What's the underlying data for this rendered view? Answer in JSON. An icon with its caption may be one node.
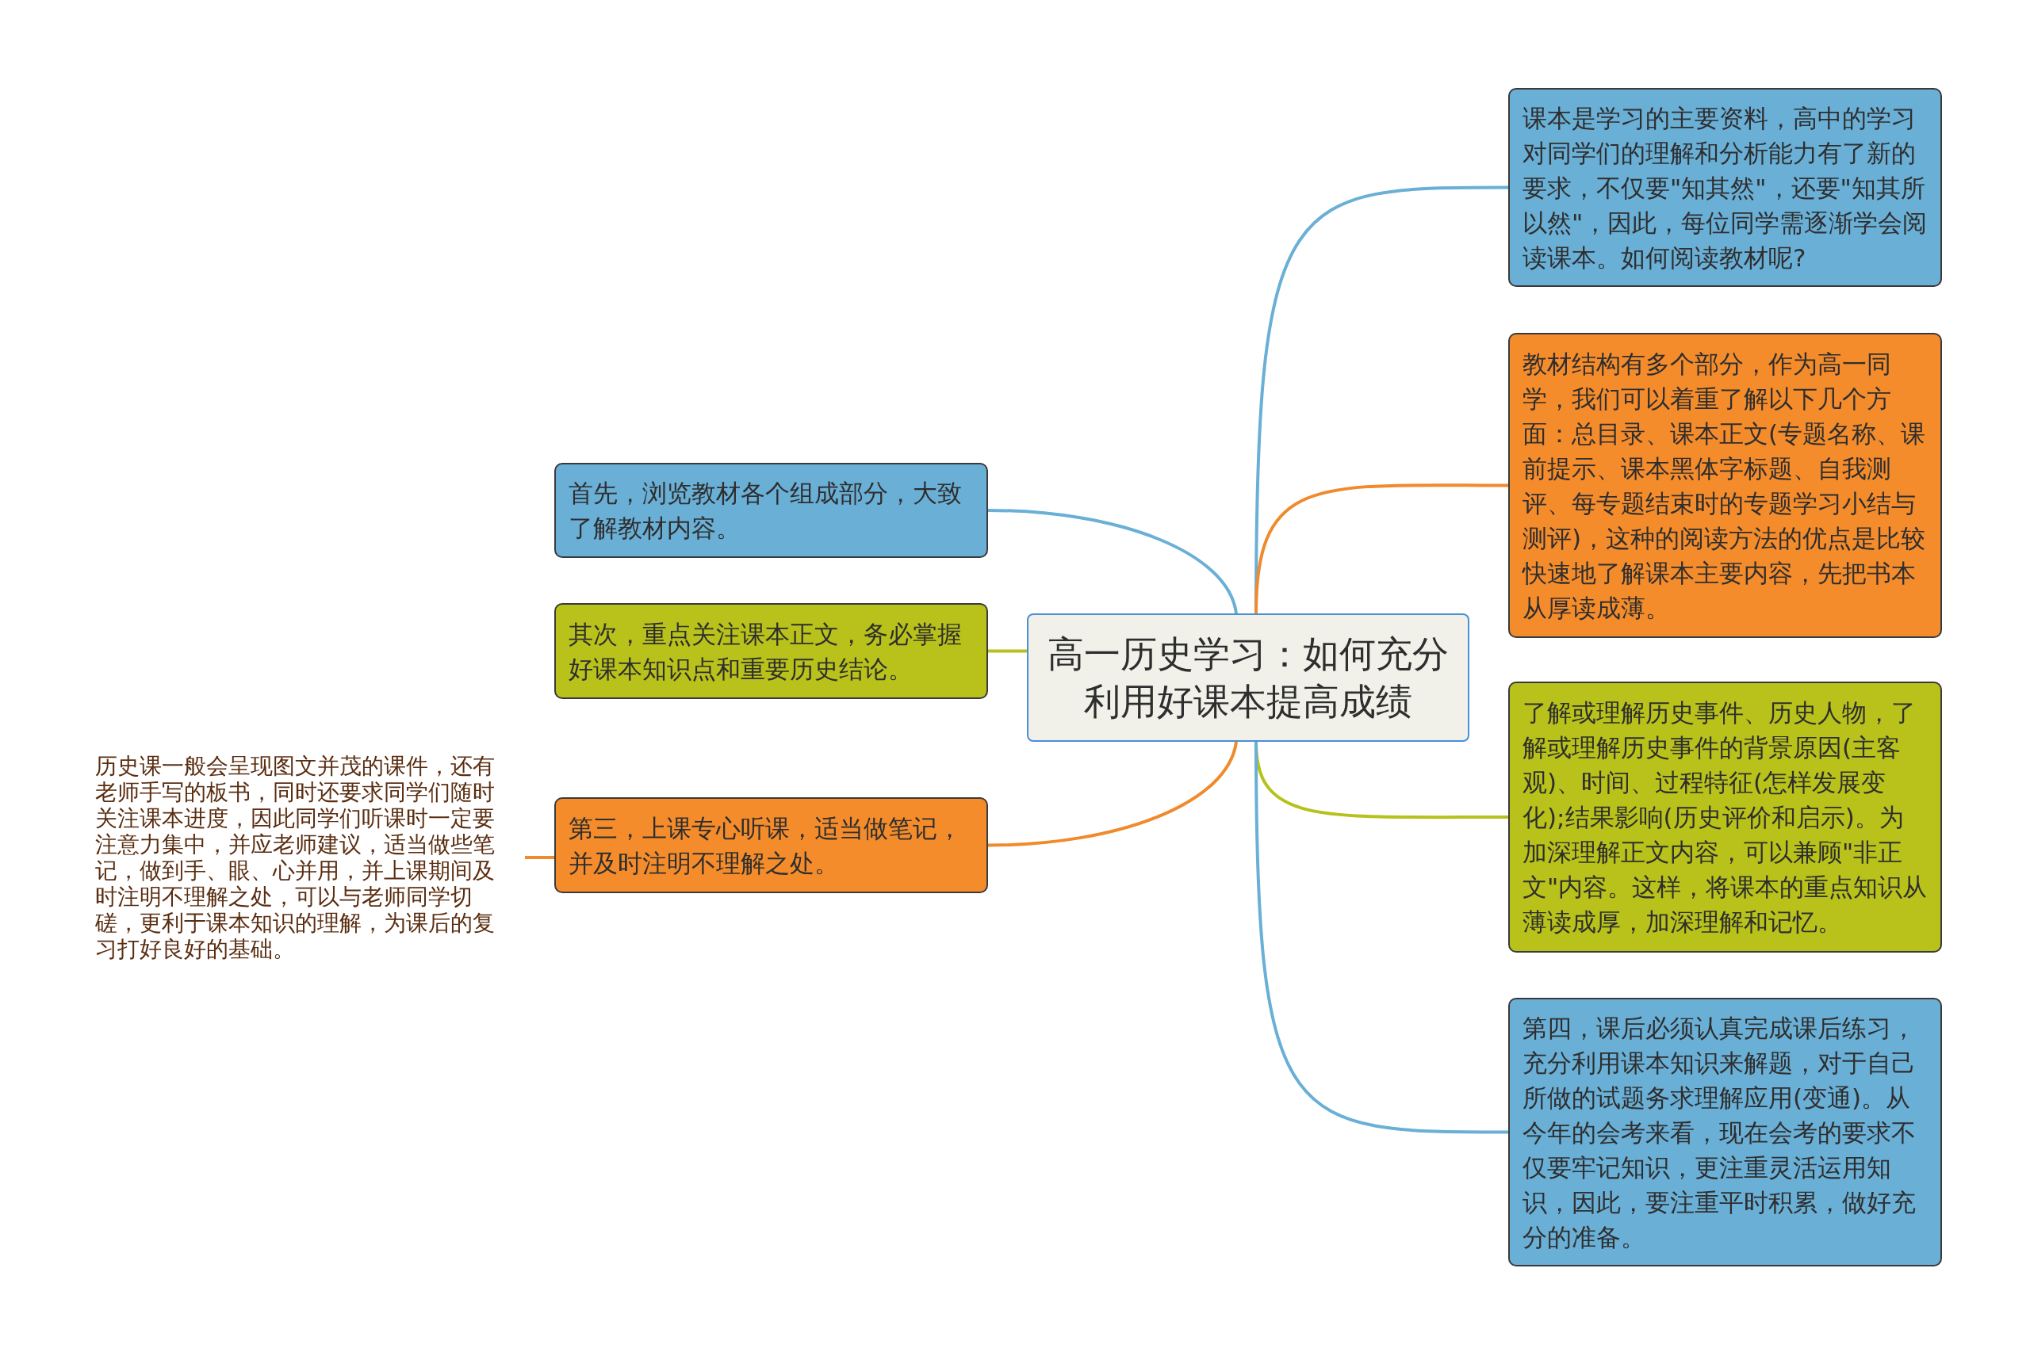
{
  "diagram": {
    "nodes": [
      {
        "text": [
          "高一历史学习：如何充分利用好课本提高成绩"
        ]
      },
      {
        "text": [
          "课本是学习的主要资料，高中的学习对同学们的理解和分析能力有了新的要求，不仅要\"知其然\"，还要\"知其所以然\"，因此，每位同学需逐渐学会阅读课本。如何阅读教材呢?"
        ]
      },
      {
        "text": [
          "教材结构有多个部分，作为高一同学，我们可以着重了解以下几个方面：总目录、课本正文(专题名称、课前提示、课本黑体字标题、自我测评、每专题结束时的专题学习小结与测评)，这种的阅读方法的优点是比较快速地了解课本主要内容，先把书本从厚读成薄。"
        ]
      },
      {
        "text": [
          "了解或理解历史事件、历史人物，了解或理解历史事件的背景原因(主客观)、时间、过程特征(怎样发展变化);结果影响(历史评价和启示)。为加深理解正文内容，可以兼顾\"非正文\"内容。这样，将课本的重点知识从薄读成厚，加深理解和记忆。"
        ]
      },
      {
        "text": [
          "第四，课后必须认真完成课后练习，充分利用课本知识来解题，对于自己所做的试题务求理解应用(变通)。从今年的会考来看，现在会考的要求不仅要牢记知识，更注重灵活运用知识，因此，要注重平时积累，做好充分的准备。"
        ]
      },
      {
        "text": [
          "首先，浏览教材各个组成部分，大致了解教材内容。"
        ]
      },
      {
        "text": [
          "其次，重点关注课本正文，务必掌握好课本知识点和重要历史结论。"
        ]
      },
      {
        "text": [
          "第三，上课专心听课，适当做笔记，并及时注明不理解之处。"
        ]
      },
      {
        "text": [
          "历史课一般会呈现图文并茂的课件，还有老师手写的板书，同时还要求同学们随时关注课本进度，因此同学们听课时一定要注意力集中，并应老师建议，适当做些笔记，做到手、眼、心并用，并上课期间及时注明不理解之处，可以与老师同学切磋，更利于课本知识的理解，为课后的复习打好良好的基础。"
        ]
      }
    ],
    "edges": [
      {
        "from": 0,
        "to": 1,
        "arrow": "none",
        "color": "#6aafd6"
      },
      {
        "from": 0,
        "to": 2,
        "arrow": "none",
        "color": "#f08a2c"
      },
      {
        "from": 0,
        "to": 3,
        "arrow": "none",
        "color": "#b6c11c"
      },
      {
        "from": 0,
        "to": 4,
        "arrow": "none",
        "color": "#6aafd6"
      },
      {
        "from": 0,
        "to": 5,
        "arrow": "none",
        "color": "#6aafd6"
      },
      {
        "from": 0,
        "to": 6,
        "arrow": "none",
        "color": "#b6c11c"
      },
      {
        "from": 0,
        "to": 7,
        "arrow": "none",
        "color": "#f08a2c"
      },
      {
        "from": 7,
        "to": 8,
        "arrow": "none",
        "color": "#f08a2c"
      }
    ]
  }
}
